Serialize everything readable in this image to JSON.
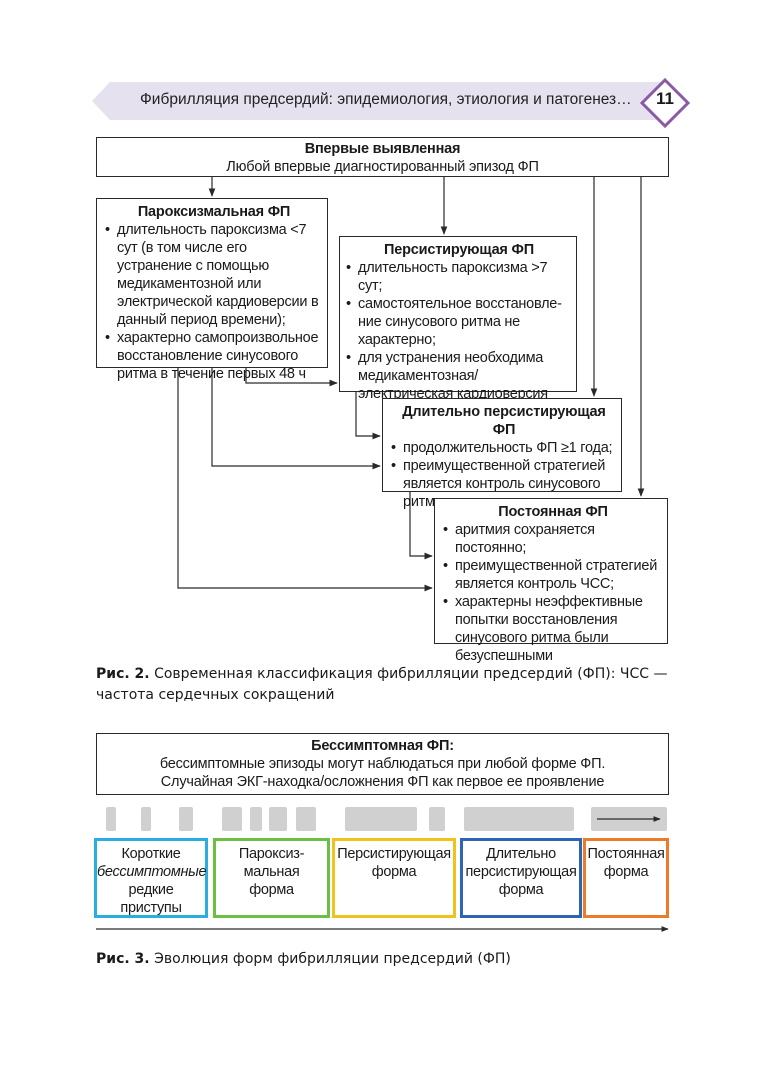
{
  "header": {
    "title": "Фибрилляция предсердий: эпидемиология, этиология и патогенез…",
    "page_number": "11",
    "band_color": "#e6e1ee",
    "accent_color": "#8a5aa6"
  },
  "figure2": {
    "first": {
      "title": "Впервые выявленная",
      "text": "Любой впервые диагностированный эпизод ФП"
    },
    "paroxysmal": {
      "title": "Пароксизмальная ФП",
      "items": [
        "длительность пароксизма <7 сут (в том числе его устранение с помощью медикаментозной или электрической кардиовер­сии в данный период времени);",
        "характерно самопроизвольное восстановление синусового ритма в течение первых 48 ч"
      ]
    },
    "persistent": {
      "title": "Персистирующая ФП",
      "items": [
        "длительность пароксизма >7 сут;",
        "самостоятельное восстановле­ние синусового ритма не характерно;",
        "для устранения необходима медикаментозная/электрическая кардиоверсия"
      ]
    },
    "long_persistent": {
      "title": "Длительно персистирующая ФП",
      "items": [
        "продолжительность ФП ≥1 года;",
        "преимущественной стратегией является контроль синусового ритма"
      ]
    },
    "permanent": {
      "title": "Постоянная ФП",
      "items": [
        "аритмия сохраняется постоянно;",
        "преимущественной стратегией является контроль ЧСС;",
        "характерны неэффективные попытки восстановления синусового ритма были безуспешными"
      ]
    },
    "caption_label": "Рис. 2.",
    "caption_text": " Современная классификация фибрилляции предсердий (ФП): ЧСС — частота сердечных сокращений"
  },
  "figure3": {
    "asymptomatic": {
      "title": "Бессимптомная ФП:",
      "line1": "бессимптомные эпизоды могут наблюдаться при любой форме ФП.",
      "line2": "Случайная ЭКГ-находка/осложнения ФП как первое ее проявление"
    },
    "forms": [
      {
        "lines": [
          "Короткие",
          "бессимптомные",
          "редкие",
          "приступы"
        ],
        "color": "#2aaee0"
      },
      {
        "lines": [
          "Пароксиз-",
          "мальная",
          "форма"
        ],
        "color": "#6cbf45"
      },
      {
        "lines": [
          "Персистирующая",
          "форма"
        ],
        "color": "#f0c21c"
      },
      {
        "lines": [
          "Длительно",
          "персистирующая",
          "форма"
        ],
        "color": "#2e64b4"
      },
      {
        "lines": [
          "Постоянная",
          "форма"
        ],
        "color": "#ec7a2a"
      }
    ],
    "caption_label": "Рис. 3.",
    "caption_text": " Эволюция форм фибрилляции предсердий (ФП)"
  }
}
